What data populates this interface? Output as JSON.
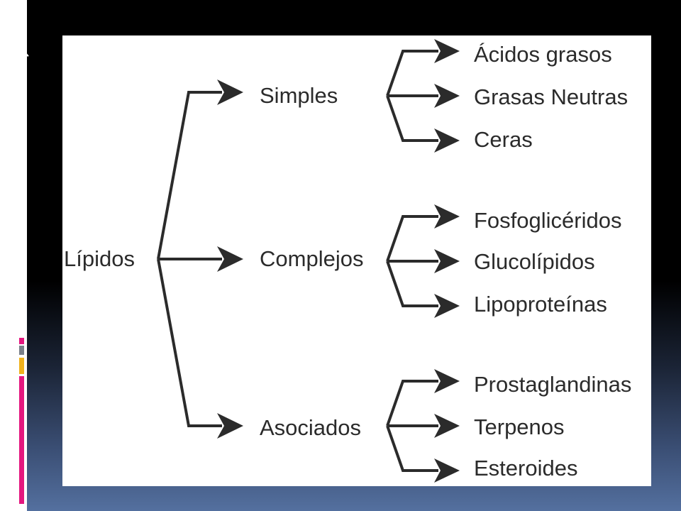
{
  "colors": {
    "background_top": "#000000",
    "background_bottom": "#54709f",
    "panel": "#ffffff",
    "ink": "#2b2b2b",
    "accent_pink": "#e4177f",
    "accent_gold": "#f0b21d",
    "accent_gray": "#7a8089"
  },
  "diagram": {
    "root": "Lípidos",
    "categories": [
      {
        "label": "Simples",
        "items": [
          "Ácidos grasos",
          "Grasas Neutras",
          "Ceras"
        ]
      },
      {
        "label": "Complejos",
        "items": [
          "Fosfoglicéridos",
          "Glucolípidos",
          "Lipoproteínas"
        ]
      },
      {
        "label": "Asociados",
        "items": [
          "Prostaglandinas",
          "Terpenos",
          "Esteroides"
        ]
      }
    ]
  }
}
